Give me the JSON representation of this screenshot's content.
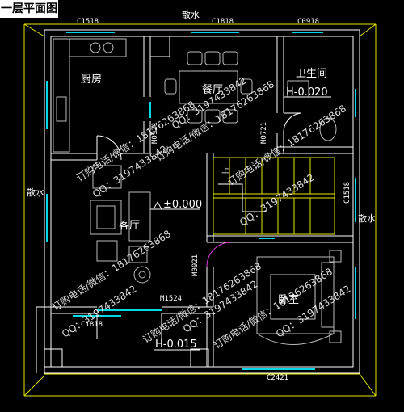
{
  "title": "一层平面图",
  "rooms": {
    "kitchen": "厨房",
    "dining": "餐厅",
    "bathroom": "卫生间",
    "living": "客厅",
    "bedroom": "卧室"
  },
  "apron": {
    "top": "散水",
    "left": "散水",
    "right": "散水"
  },
  "codes": {
    "win_top_left": "C1518",
    "win_top_mid": "C1818",
    "win_top_right": "C0918",
    "door_kitchen": "M0921",
    "door_bath": "M0721",
    "win_right": "C1518",
    "door_bedroom": "M0921",
    "door_main": "M1524",
    "win_porch": "C1818",
    "win_bottom": "C2421",
    "stair_up": "上"
  },
  "elevations": {
    "bathroom": "H-0.020",
    "living": "±0.000",
    "porch": "H-0.015"
  },
  "watermark": {
    "phone_line": "订购电话/微信：18176263868",
    "qq_line": "QQ：3197433842"
  }
}
